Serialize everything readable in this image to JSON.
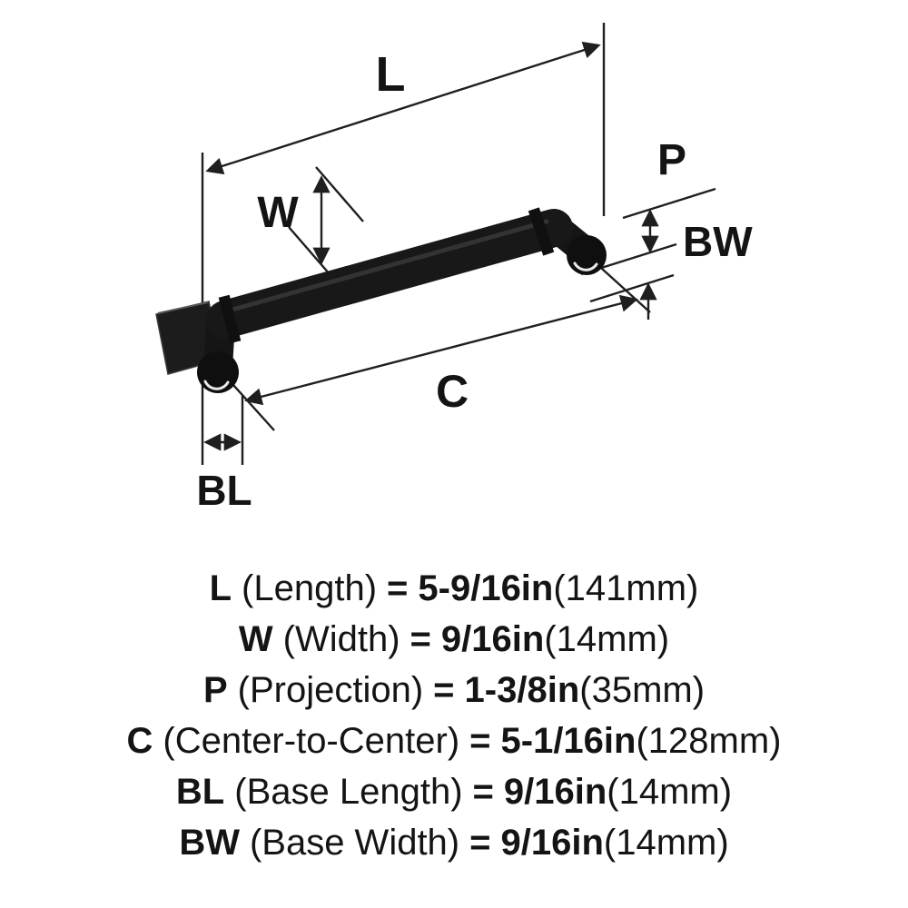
{
  "diagram": {
    "dim_labels": {
      "length": "L",
      "width": "W",
      "projection": "P",
      "base_width": "BW",
      "center": "C",
      "base_length": "BL"
    },
    "colors": {
      "handle": "#161616",
      "dimension_lines": "#1f1f1f",
      "background": "#ffffff"
    }
  },
  "legend": {
    "equals": "=",
    "rows": [
      {
        "code": "L",
        "name": "(Length)",
        "value": "5-9/16in",
        "metric": "(141mm)"
      },
      {
        "code": "W",
        "name": "(Width)",
        "value": "9/16in",
        "metric": "(14mm)"
      },
      {
        "code": "P",
        "name": "(Projection)",
        "value": "1-3/8in",
        "metric": "(35mm)"
      },
      {
        "code": "C",
        "name": "(Center-to-Center)",
        "value": "5-1/16in",
        "metric": "(128mm)"
      },
      {
        "code": "BL",
        "name": "(Base Length)",
        "value": "9/16in",
        "metric": "(14mm)"
      },
      {
        "code": "BW",
        "name": "(Base Width)",
        "value": "9/16in",
        "metric": "(14mm)"
      }
    ]
  }
}
